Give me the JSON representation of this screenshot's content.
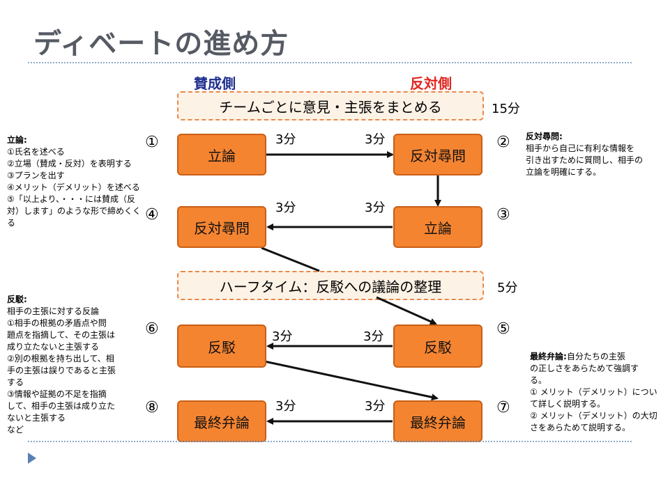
{
  "title": "ディベートの進め方",
  "sides": {
    "pro": "賛成側",
    "con": "反対側"
  },
  "phases": {
    "prep": {
      "label": "チームごとに意見・主張をまとめる",
      "time": "15分"
    },
    "half": {
      "label": "ハーフタイム：反駁への議論の整理",
      "time": "5分"
    }
  },
  "steps": [
    {
      "num": "①",
      "label": "立論",
      "duration": "3分"
    },
    {
      "num": "②",
      "label": "反対尋問",
      "duration": "3分"
    },
    {
      "num": "③",
      "label": "立論",
      "duration": "3分"
    },
    {
      "num": "④",
      "label": "反対尋問",
      "duration": "3分"
    },
    {
      "num": "⑤",
      "label": "反駁",
      "duration": "3分"
    },
    {
      "num": "⑥",
      "label": "反駁",
      "duration": "3分"
    },
    {
      "num": "⑦",
      "label": "最終弁論",
      "duration": "3分"
    },
    {
      "num": "⑧",
      "label": "最終弁論",
      "duration": "3分"
    }
  ],
  "notes": {
    "rebuttal_intro": {
      "heading": "立論:",
      "body": "①氏名を述べる\n②立場（賛成・反対）を表明する\n③プランを出す\n④メリット（デメリット）を述べる\n⑤「以上より、・・・には賛成（反\n対）します」のような形で締めくく\nる"
    },
    "cross_exam": {
      "heading": "反対尋問:",
      "body": "相手から自己に有利な情報を\n引き出すために質問し、相手の\n立論を明確にする。"
    },
    "refutation": {
      "heading": "反駁:",
      "body": "相手の主張に対する反論\n①相手の根拠の矛盾点や問\n題点を指摘して、その主張は\n成り立たないと主張する\n②別の根拠を持ち出して、相\n手の主張は誤りであると主張\nする\n③情報や証拠の不足を指摘\nして、相手の主張は成り立た\nないと主張する\nなど"
    },
    "closing": {
      "heading": "最終弁論:",
      "body_inline": "自分たちの主張",
      "body": "の正しさをあらためて強調す\nる。\n① メリット（デメリット）につい\nて詳しく説明する。\n② メリット（デメリット）の大切\nさをあらためて説明する。"
    }
  },
  "colors": {
    "box_fill": "#f58431",
    "pro_label": "#1f2f8f",
    "con_label": "#e0261f",
    "phase_border": "#e8884a"
  }
}
